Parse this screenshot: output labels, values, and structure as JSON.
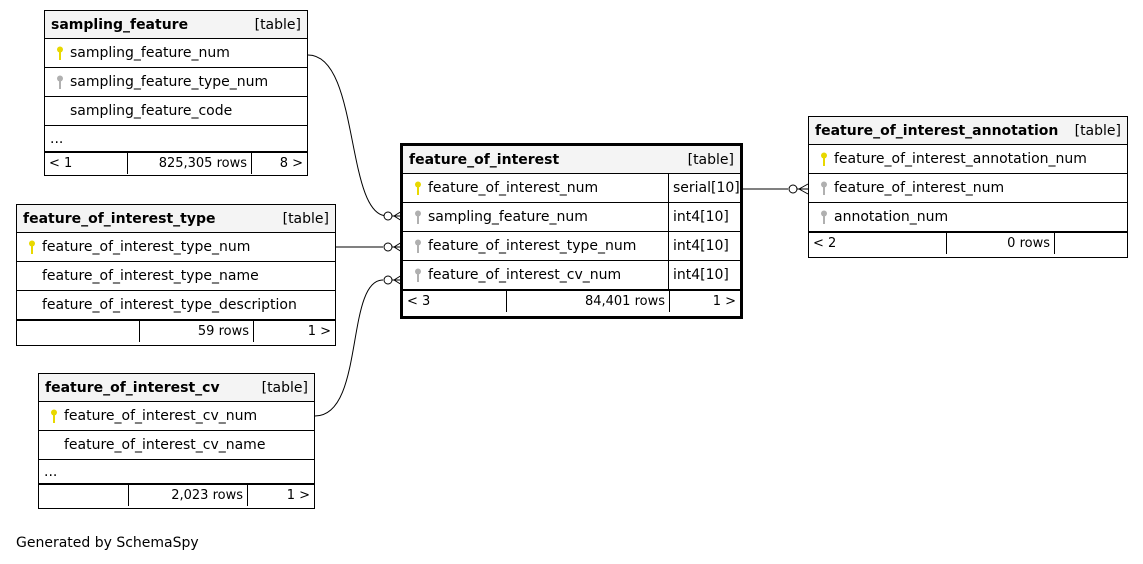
{
  "tables": {
    "sampling_feature": {
      "name": "sampling_feature",
      "kind": "[table]",
      "cols": [
        "sampling_feature_num",
        "sampling_feature_type_num",
        "sampling_feature_code",
        "..."
      ],
      "footer": [
        "< 1",
        "825,305 rows",
        "8 >"
      ]
    },
    "feature_of_interest_type": {
      "name": "feature_of_interest_type",
      "kind": "[table]",
      "cols": [
        "feature_of_interest_type_num",
        "feature_of_interest_type_name",
        "feature_of_interest_type_description"
      ],
      "footer": [
        "",
        "59 rows",
        "1 >"
      ]
    },
    "feature_of_interest_cv": {
      "name": "feature_of_interest_cv",
      "kind": "[table]",
      "cols": [
        "feature_of_interest_cv_num",
        "feature_of_interest_cv_name",
        "..."
      ],
      "footer": [
        "",
        "2,023 rows",
        "1 >"
      ]
    },
    "feature_of_interest": {
      "name": "feature_of_interest",
      "kind": "[table]",
      "cols": [
        "feature_of_interest_num",
        "sampling_feature_num",
        "feature_of_interest_type_num",
        "feature_of_interest_cv_num"
      ],
      "types": [
        "serial[10]",
        "int4[10]",
        "int4[10]",
        "int4[10]"
      ],
      "footer": [
        "< 3",
        "84,401 rows",
        "1 >"
      ]
    },
    "feature_of_interest_annotation": {
      "name": "feature_of_interest_annotation",
      "kind": "[table]",
      "cols": [
        "feature_of_interest_annotation_num",
        "feature_of_interest_num",
        "annotation_num"
      ],
      "footer": [
        "< 2",
        "0 rows",
        ""
      ]
    }
  },
  "generated_by": "Generated by SchemaSpy",
  "colors": {
    "primary_key": "#e8d800",
    "foreign_key": "#b0b0b0"
  }
}
